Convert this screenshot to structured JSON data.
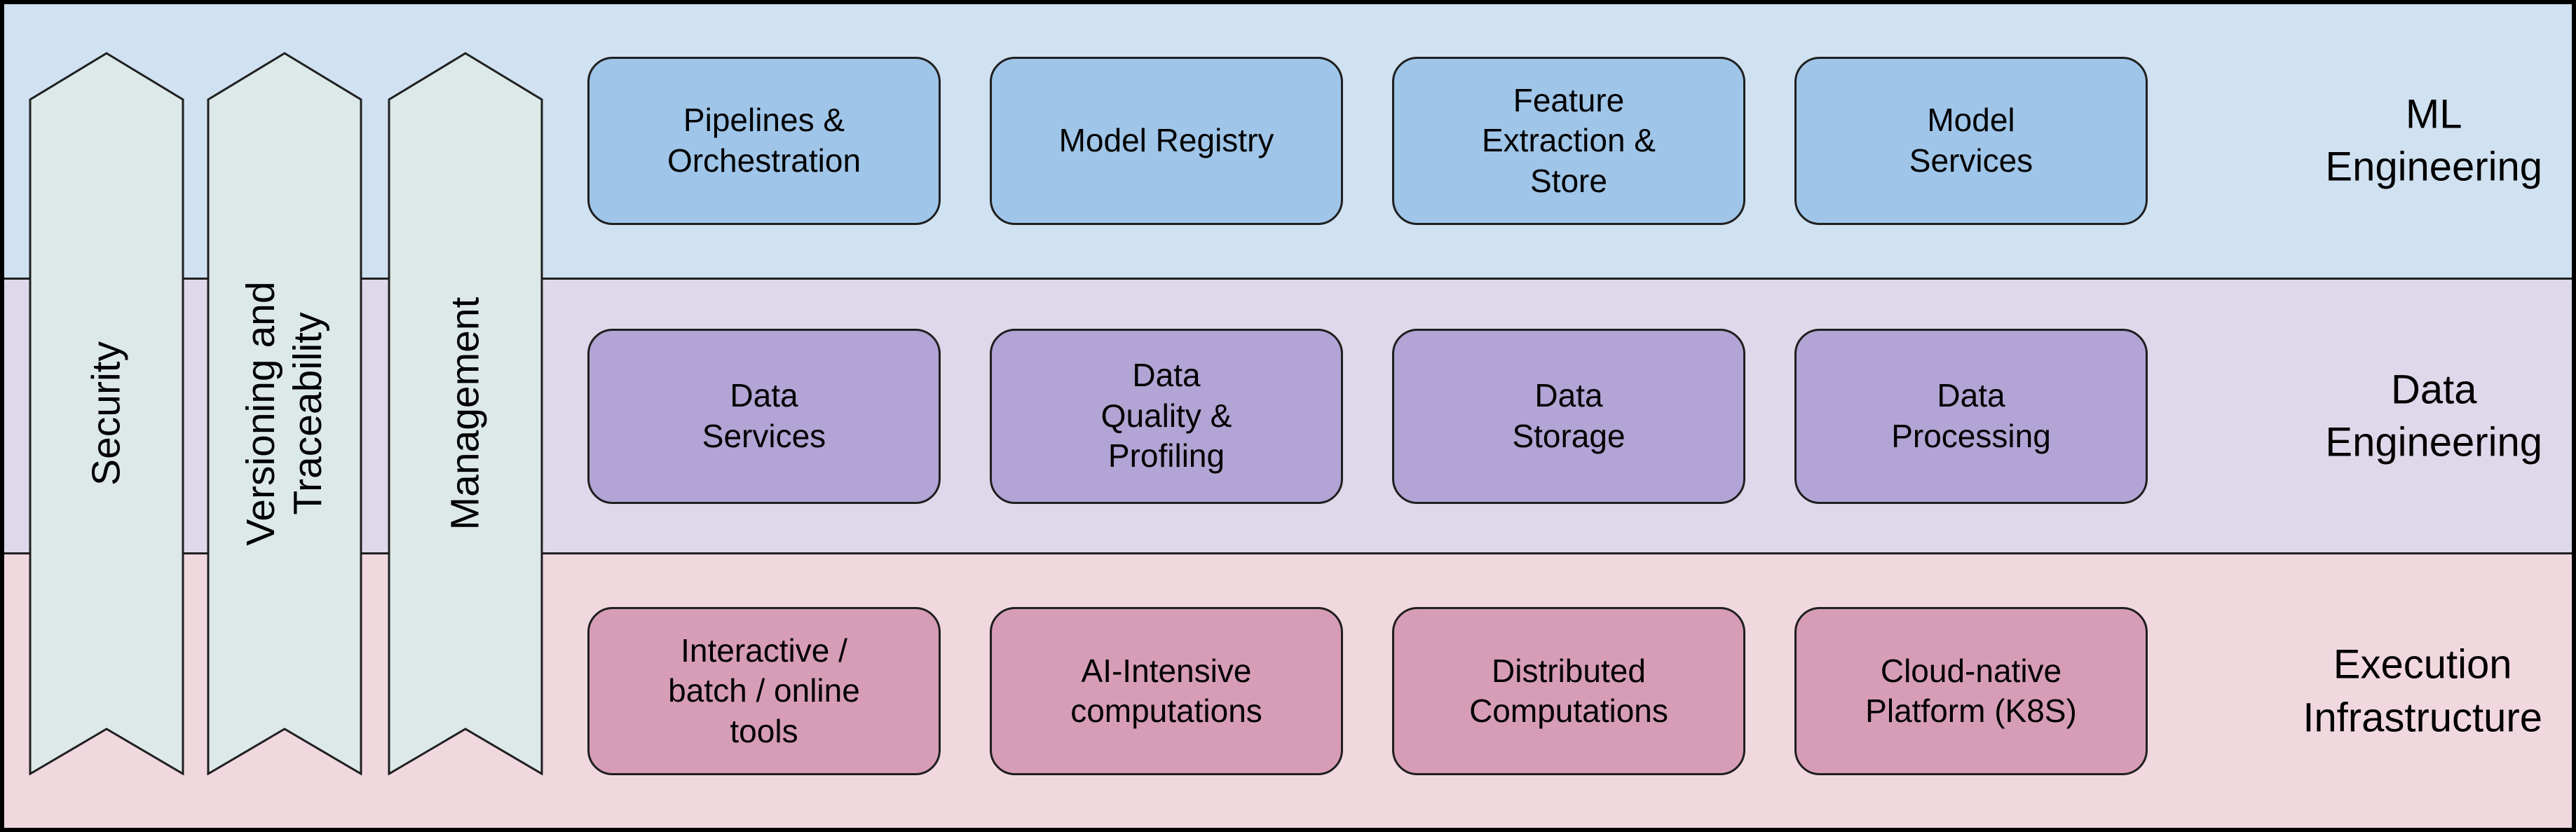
{
  "pillars": [
    {
      "id": "security",
      "label": "Security"
    },
    {
      "id": "versioning-and-traceability",
      "label": "Versioning and\nTraceability"
    },
    {
      "id": "management",
      "label": "Management"
    }
  ],
  "rows": [
    {
      "label": "ML\nEngineering",
      "band_color": "#d0e1f1",
      "box_color": "#9fc5e8",
      "boxes": [
        "Pipelines &\nOrchestration",
        "Model Registry",
        "Feature\nExtraction &\nStore",
        "Model\nServices"
      ]
    },
    {
      "label": "Data\nEngineering",
      "band_color": "#ded8ea",
      "box_color": "#b2a4d4",
      "boxes": [
        "Data\nServices",
        "Data\nQuality &\nProfiling",
        "Data\nStorage",
        "Data\nProcessing"
      ]
    },
    {
      "label": "Execution\nInfrastructure",
      "band_color": "#f1d8df",
      "box_color": "#d79db6",
      "boxes": [
        "Interactive /\nbatch / online\ntools",
        "AI-Intensive\ncomputations",
        "Distributed\nComputations",
        "Cloud-native\nPlatform (K8S)"
      ]
    }
  ],
  "colors": {
    "pillar_fill": "#dde8e9",
    "outline": "#1f1f1f",
    "text": "#000000"
  }
}
